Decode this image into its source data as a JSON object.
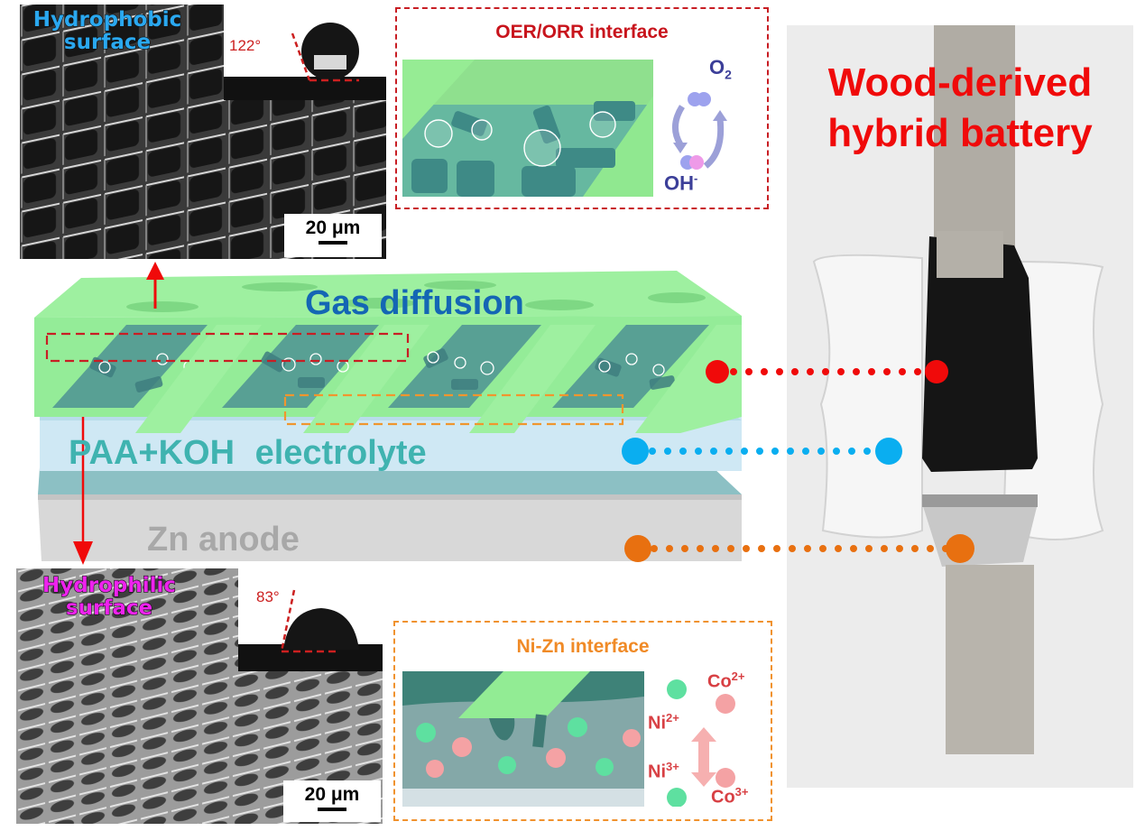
{
  "hydrophobic_panel": {
    "label_line1": "Hydrophobic",
    "label_line2": "surface",
    "contact_angle": "122°",
    "scale_bar": "20 μm"
  },
  "hydrophilic_panel": {
    "label_line1": "Hydrophilic",
    "label_line2": "surface",
    "contact_angle": "83°",
    "scale_bar": "20 μm"
  },
  "oer_orr_interface": {
    "title": "OER/ORR interface",
    "species_top": "O",
    "species_top_sub": "2",
    "species_bottom": "OH",
    "species_bottom_sup": "-"
  },
  "ni_zn_interface": {
    "title": "Ni-Zn interface",
    "ions": {
      "co2": {
        "base": "Co",
        "sup": "2+"
      },
      "ni2": {
        "base": "Ni",
        "sup": "2+"
      },
      "ni3": {
        "base": "Ni",
        "sup": "3+"
      },
      "co3": {
        "base": "Co",
        "sup": "3+"
      }
    }
  },
  "schematic": {
    "layer_gas": "Gas diffusion",
    "layer_electrolyte": "PAA+KOH electrolyte",
    "layer_anode": "Zn anode"
  },
  "photo": {
    "title_line1": "Wood-derived",
    "title_line2": "hybrid battery"
  },
  "colors": {
    "red_connector": "#f00a0a",
    "blue_connector": "#0aaef0",
    "orange_connector": "#e87010",
    "green_layer": "#92ec98",
    "electrolyte": "#cfe8f4",
    "anode": "#d6d6d6"
  }
}
